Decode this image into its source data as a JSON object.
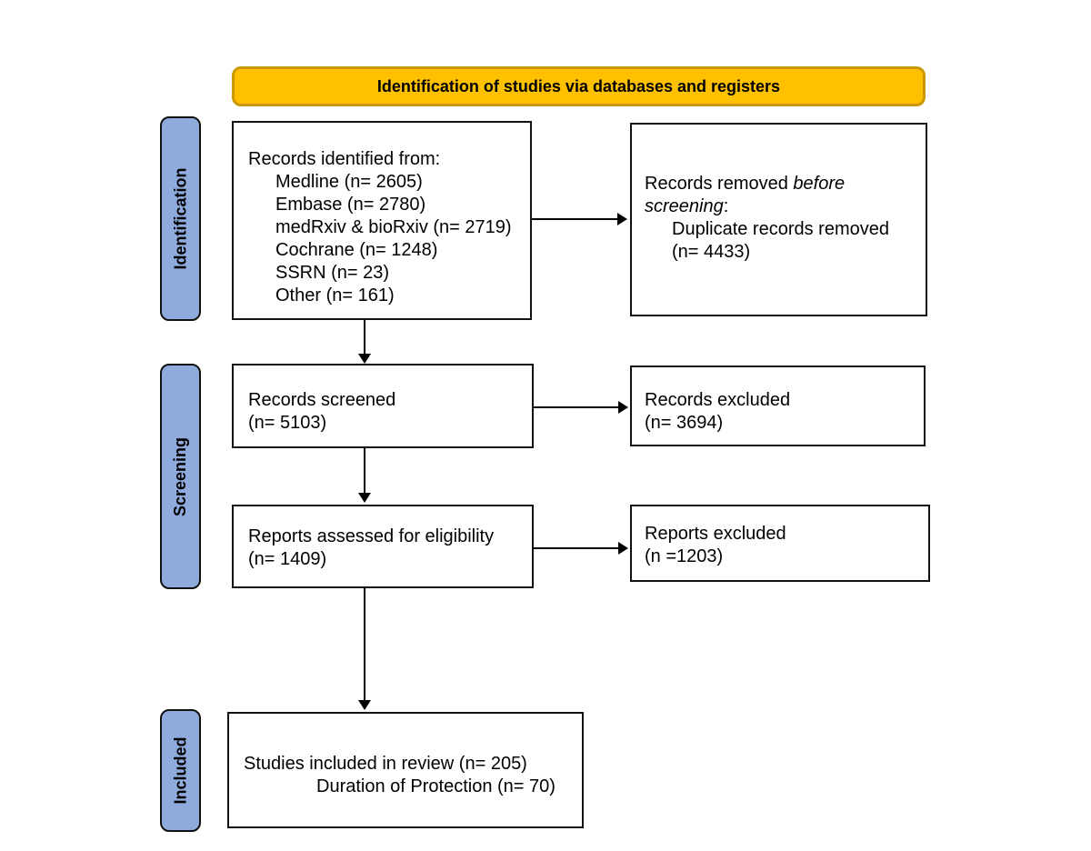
{
  "banner": {
    "label": "Identification of studies via databases and registers",
    "fill": "#FFC000",
    "border_color": "#CB9800"
  },
  "stage_style": {
    "fill": "#8FAADC"
  },
  "stages": [
    {
      "label": "Identification"
    },
    {
      "label": "Screening"
    },
    {
      "label": "Included"
    }
  ],
  "boxes": {
    "identified": {
      "intro": "Records identified from:",
      "items": [
        "Medline (n= 2605)",
        "Embase (n= 2780)",
        "medRxiv & bioRxiv (n= 2719)",
        "Cochrane (n= 1248)",
        "SSRN (n= 23)",
        "Other (n= 161)"
      ]
    },
    "removed": {
      "line1_prefix": "Records removed ",
      "line1_italic": "before",
      "line2_italic": "screening",
      "line2_suffix": ":",
      "detail_line1": "Duplicate records removed",
      "detail_line2": "(n= 4433)"
    },
    "screened": {
      "line1": "Records screened",
      "line2": "(n= 5103)"
    },
    "records_excluded": {
      "line1": "Records excluded",
      "line2": "(n= 3694)"
    },
    "assessed": {
      "line1": "Reports assessed for eligibility",
      "line2": "(n= 1409)"
    },
    "reports_excluded": {
      "line1": "Reports excluded",
      "line2": "(n =1203)"
    },
    "included": {
      "line1": "Studies included in review (n= 205)",
      "line2": "Duration of Protection (n= 70)"
    }
  }
}
